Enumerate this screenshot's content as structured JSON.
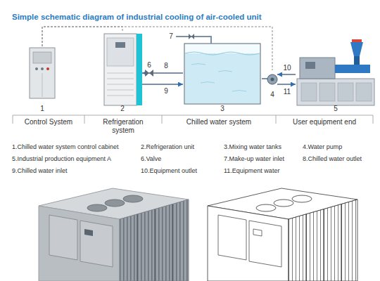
{
  "diagram": {
    "title": "Simple schematic diagram of industrial cooling of air-cooled unit",
    "nodes": [
      {
        "text": [
          "1"
        ]
      },
      {
        "text": [
          "2"
        ]
      },
      {
        "text": [
          "3"
        ]
      },
      {
        "text": [
          "4"
        ]
      },
      {
        "text": [
          "5"
        ]
      }
    ],
    "edges": [
      {
        "from": 0,
        "to": 1,
        "arrow": "none"
      },
      {
        "from": 0,
        "to": 3,
        "arrow": "none"
      },
      {
        "from": 2,
        "to": 1,
        "arrow": "to"
      },
      {
        "from": 1,
        "to": 2,
        "arrow": "to"
      },
      {
        "from": 2,
        "to": 3,
        "arrow": "none"
      },
      {
        "from": 4,
        "to": 3,
        "arrow": "to"
      },
      {
        "from": 3,
        "to": 4,
        "arrow": "to"
      }
    ],
    "labels": [
      "6",
      "7",
      "8",
      "9",
      "10",
      "11",
      "Control System",
      "Refrigeration system",
      "Chilled water system",
      "User equipment end",
      "1.Chilled water system control cabinet",
      "2.Refrigeration unit",
      "3.Mixing water tanks",
      "4.Water pump",
      "5.Industrial production equipment A",
      "6.Valve",
      "7.Make-up water inlet",
      "8.Chilled water outlet",
      "9.Chilled water inlet",
      "10.Equipment outlet",
      "11.Equipment water"
    ]
  }
}
